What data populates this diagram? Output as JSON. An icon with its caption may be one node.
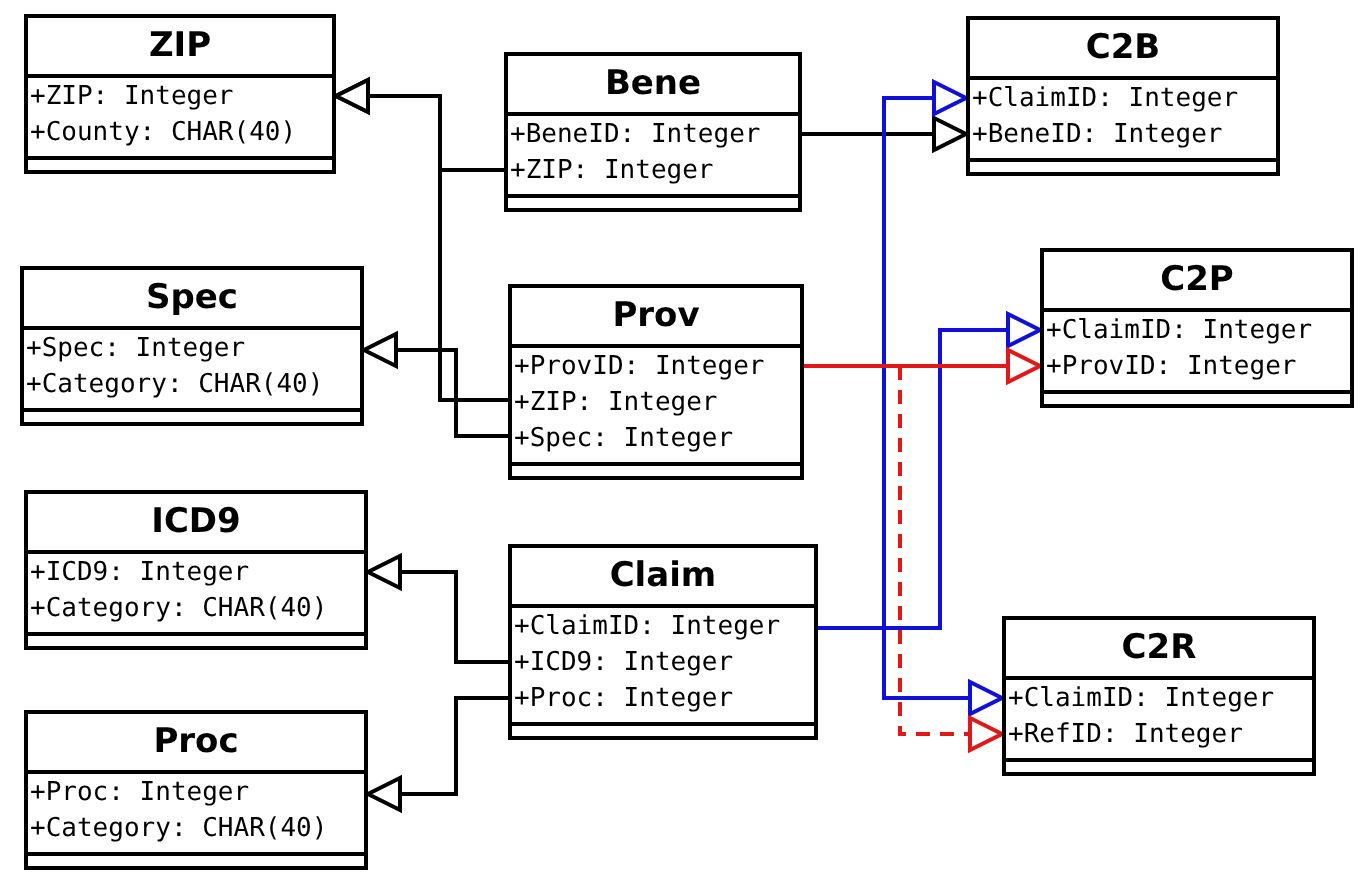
{
  "diagram": {
    "nodes": [
      {
        "text": [
          "ZIP",
          "+ZIP: Integer",
          "+County: CHAR(40)"
        ]
      },
      {
        "text": [
          "Bene",
          "+BeneID: Integer",
          "+ZIP: Integer"
        ]
      },
      {
        "text": [
          "C2B",
          "+ClaimID: Integer",
          "+BeneID: Integer"
        ]
      },
      {
        "text": [
          "Spec",
          "+Spec: Integer",
          "+Category: CHAR(40)"
        ]
      },
      {
        "text": [
          "Prov",
          "+ProvID: Integer",
          "+ZIP: Integer",
          "+Spec: Integer"
        ]
      },
      {
        "text": [
          "C2P",
          "+ClaimID: Integer",
          "+ProvID: Integer"
        ]
      },
      {
        "text": [
          "ICD9",
          "+ICD9: Integer",
          "+Category: CHAR(40)"
        ]
      },
      {
        "text": [
          "Claim",
          "+ClaimID: Integer",
          "+ICD9: Integer",
          "+Proc: Integer"
        ]
      },
      {
        "text": [
          "C2R",
          "+ClaimID: Integer",
          "+RefID: Integer"
        ]
      },
      {
        "text": [
          "Proc",
          "+Proc: Integer",
          "+Category: CHAR(40)"
        ]
      }
    ],
    "edges": [
      {
        "from": 1,
        "to": 0,
        "arrow": "to"
      },
      {
        "from": 4,
        "to": 0,
        "arrow": "to"
      },
      {
        "from": 4,
        "to": 3,
        "arrow": "to"
      },
      {
        "from": 1,
        "to": 2,
        "arrow": "to"
      },
      {
        "from": 7,
        "to": 2,
        "arrow": "to",
        "color": "#1010d8"
      },
      {
        "from": 7,
        "to": 5,
        "arrow": "to",
        "color": "#1010d8"
      },
      {
        "from": 7,
        "to": 8,
        "arrow": "to",
        "color": "#1010d8"
      },
      {
        "from": 4,
        "to": 5,
        "arrow": "to",
        "color": "#e01818"
      },
      {
        "from": 4,
        "to": 8,
        "arrow": "to",
        "style": "dashed",
        "color": "#e01818"
      },
      {
        "from": 7,
        "to": 6,
        "arrow": "to"
      },
      {
        "from": 7,
        "to": 9,
        "arrow": "to"
      }
    ]
  }
}
